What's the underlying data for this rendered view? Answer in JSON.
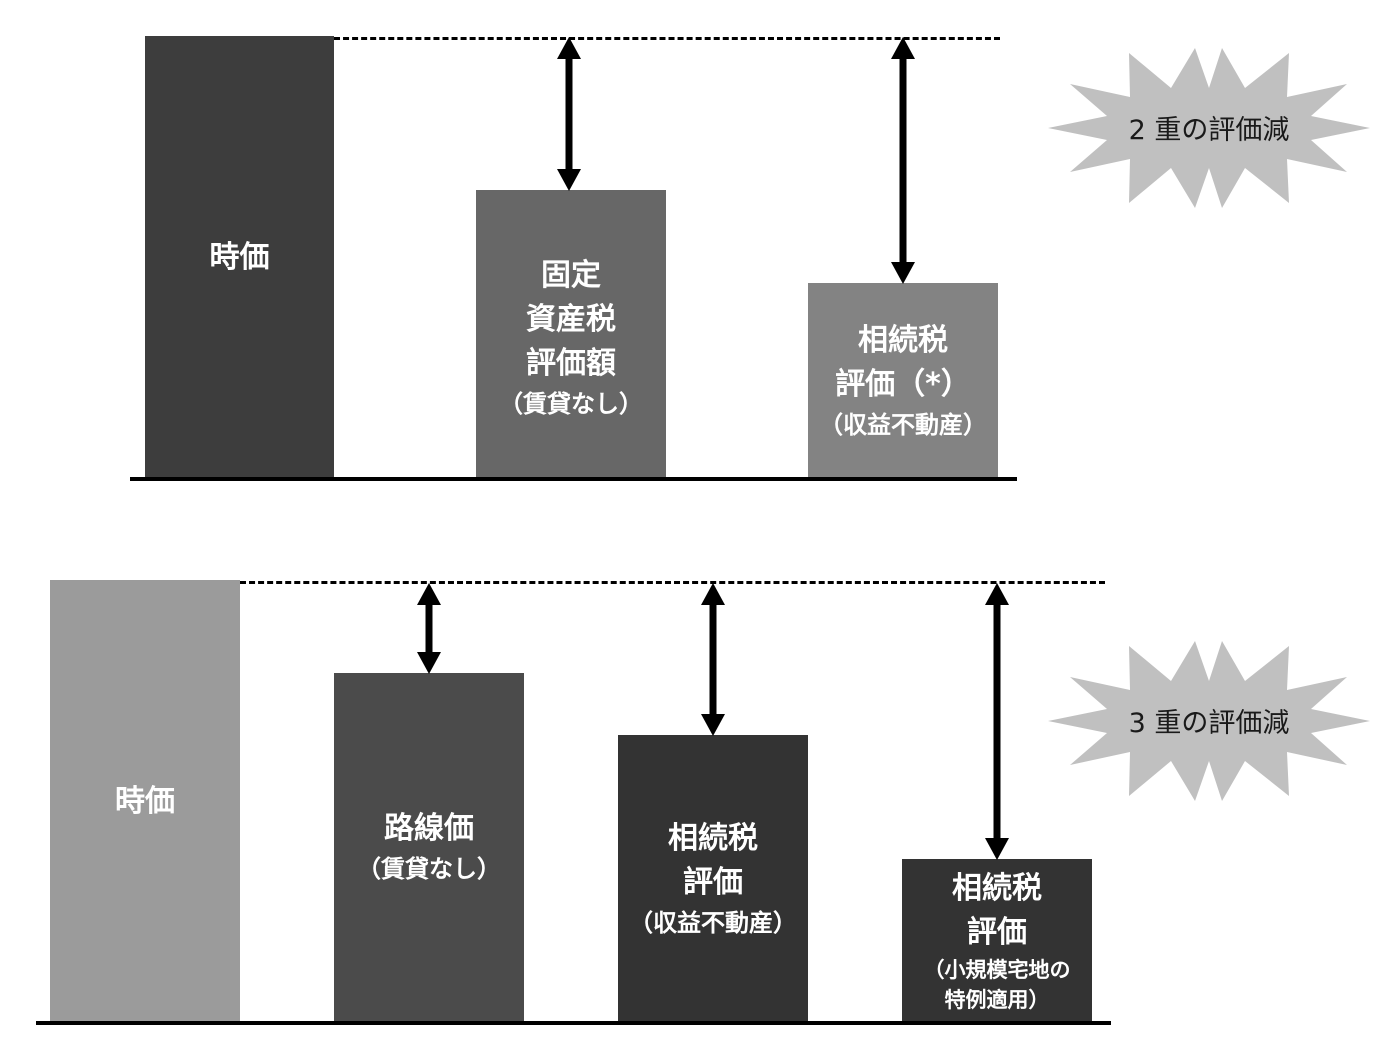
{
  "panel1": {
    "badge": "2 重の評価減",
    "bars": [
      {
        "lines": [
          "時価"
        ],
        "color": "#3d3d3d"
      },
      {
        "lines": [
          "固定",
          "資産税",
          "評価額"
        ],
        "note": [
          "（賃貸なし）"
        ],
        "color": "#676767"
      },
      {
        "lines": [
          "相続税",
          "評価（*）"
        ],
        "note": [
          "（収益不動産）"
        ],
        "color": "#838383"
      }
    ]
  },
  "panel2": {
    "badge": "3 重の評価減",
    "bars": [
      {
        "lines": [
          "時価"
        ],
        "color": "#9b9b9b"
      },
      {
        "lines": [
          "路線価"
        ],
        "note": [
          "（賃貸なし）"
        ],
        "color": "#4b4b4b"
      },
      {
        "lines": [
          "相続税",
          "評価"
        ],
        "note": [
          "（収益不動産）"
        ],
        "color": "#333333"
      },
      {
        "lines": [
          "相続税",
          "評価"
        ],
        "note": [
          "（小規模宅地の",
          "特例適用）"
        ],
        "color": "#333333"
      }
    ]
  },
  "colors": {
    "star": "#c0c0c0",
    "line": "#000000"
  }
}
